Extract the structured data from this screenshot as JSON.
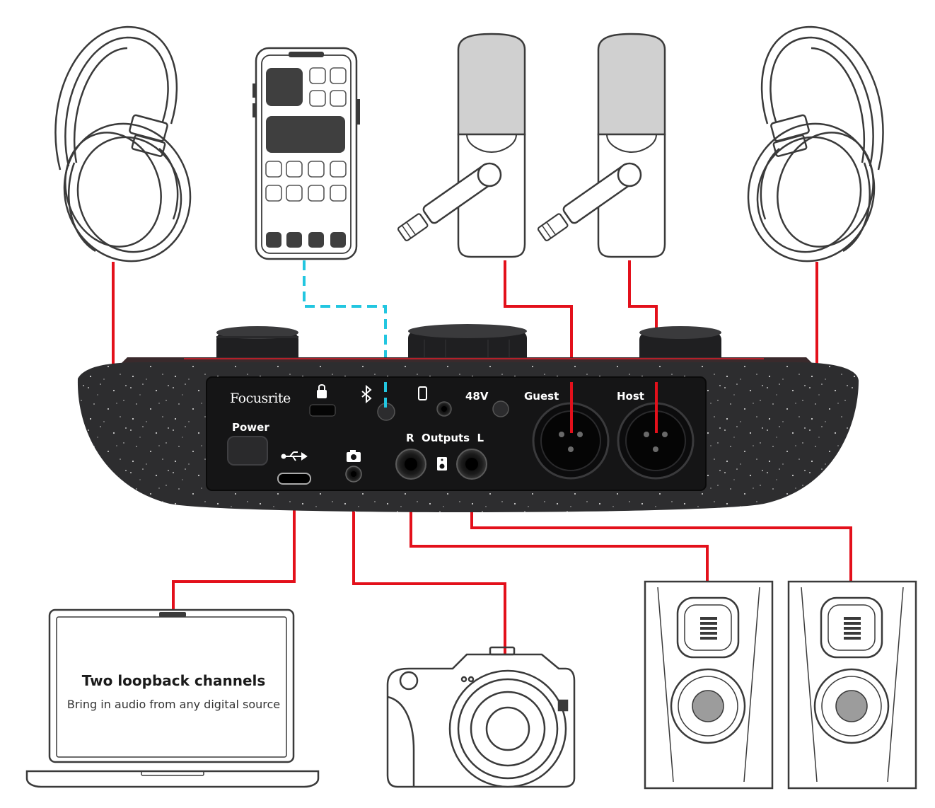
{
  "colors": {
    "cable_red": "#e3101b",
    "cable_bluetooth": "#22c6e0",
    "device_body": "#2d2d2f",
    "device_panel": "#151516",
    "line_art": "#3a3a3a"
  },
  "device": {
    "brand": "Focusrite",
    "power_label": "Power",
    "label_48v": "48V",
    "guest_label": "Guest",
    "host_label": "Host",
    "outputs_label": "R  Outputs  L",
    "icons": [
      "lock-icon",
      "bluetooth-icon",
      "phone-icon",
      "usb-icon",
      "camera-icon",
      "speaker-icon"
    ]
  },
  "laptop": {
    "title": "Two loopback channels",
    "subtitle": "Bring in audio from any digital source"
  },
  "peripherals": [
    "headphones-left",
    "phone",
    "microphone-guest",
    "microphone-host",
    "headphones-right",
    "laptop",
    "camera",
    "speaker-right",
    "speaker-left"
  ]
}
